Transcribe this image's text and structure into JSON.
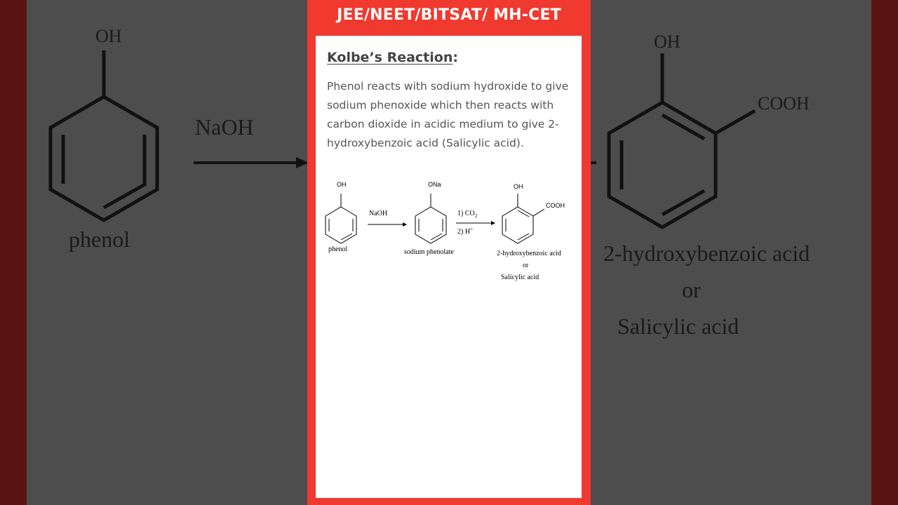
{
  "header": {
    "title": "JEE/NEET/BITSAT/ MH-CET"
  },
  "card": {
    "title": "Kolbe’s Reaction",
    "title_colon": ":",
    "description": "Phenol reacts with sodium hydroxide to give sodium phenoxide which then reacts with carbon dioxide in acidic medium to give 2-hydroxybenzoic acid (Salicylic acid)."
  },
  "scheme": {
    "phenol_group": "OH",
    "phenol_label": "phenol",
    "reagent_1": "NaOH",
    "phenolate_group": "ONa",
    "phenolate_label": "sodium phenolate",
    "reagent_2a": "1) CO",
    "reagent_2a_sub": "2",
    "reagent_2b": "2) H",
    "reagent_2b_sup": "+",
    "product_group_oh": "OH",
    "product_group_cooh": "COOH",
    "product_label_1": "2-hydroxybenzoic acid",
    "product_label_or": "or",
    "product_label_2": "Salicylic acid"
  },
  "background": {
    "left_group": "OH",
    "left_reagent": "NaOH",
    "left_label": "phenol",
    "right_group_oh": "OH",
    "right_group_cooh": "COOH",
    "right_label_1": "2-hydroxybenzoic acid",
    "right_label_or": "or",
    "right_label_2": "Salicylic acid"
  },
  "colors": {
    "accent": "#f0392f",
    "backdrop": "#4d4d4d",
    "frame": "#5a1512"
  }
}
